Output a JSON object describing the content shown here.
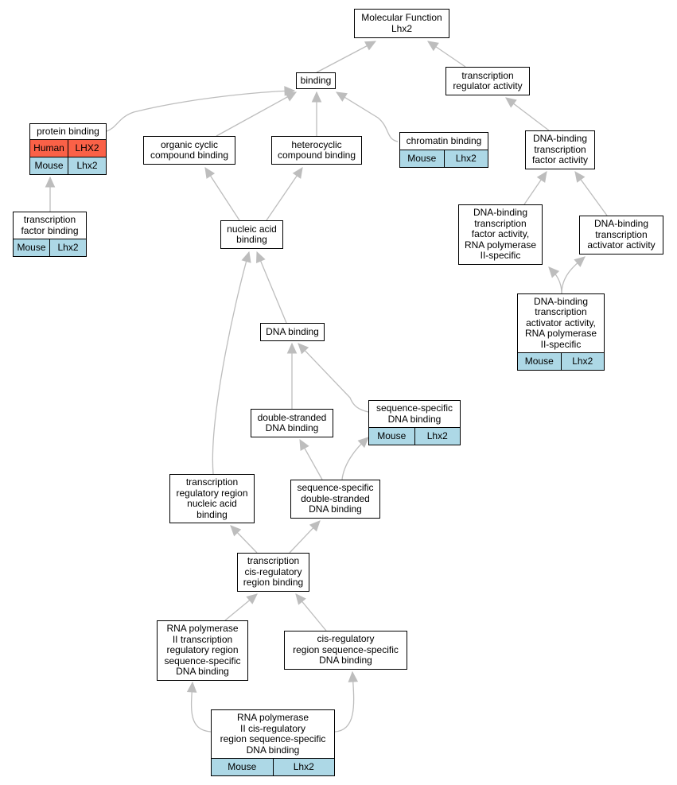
{
  "colors": {
    "mouse": "#add8e6",
    "human": "#fa6147",
    "edge": "#bdbdbd"
  },
  "nodes": {
    "molecular_function": {
      "lines": [
        "Molecular Function",
        "Lhx2"
      ]
    },
    "binding": {
      "lines": [
        "binding"
      ]
    },
    "transcription_regulator_activity": {
      "lines": [
        "transcription",
        "regulator activity"
      ]
    },
    "protein_binding": {
      "lines": [
        "protein binding"
      ],
      "rows": [
        {
          "species": "Human",
          "gene": "LHX2"
        },
        {
          "species": "Mouse",
          "gene": "Lhx2"
        }
      ]
    },
    "organic_cyclic": {
      "lines": [
        "organic cyclic",
        "compound binding"
      ]
    },
    "heterocyclic": {
      "lines": [
        "heterocyclic",
        "compound binding"
      ]
    },
    "chromatin_binding": {
      "lines": [
        "chromatin binding"
      ],
      "rows": [
        {
          "species": "Mouse",
          "gene": "Lhx2"
        }
      ]
    },
    "dbtf_activity": {
      "lines": [
        "DNA-binding",
        "transcription",
        "factor activity"
      ]
    },
    "transcription_factor_binding": {
      "lines": [
        "transcription",
        "factor binding"
      ],
      "rows": [
        {
          "species": "Mouse",
          "gene": "Lhx2"
        }
      ]
    },
    "nucleic_acid_binding": {
      "lines": [
        "nucleic acid",
        "binding"
      ]
    },
    "dbtf_rnapol2": {
      "lines": [
        "DNA-binding",
        "transcription",
        "factor activity,",
        "RNA polymerase",
        "II-specific"
      ]
    },
    "dbt_activator": {
      "lines": [
        "DNA-binding",
        "transcription",
        "activator activity"
      ]
    },
    "dbt_activator_rnapol2": {
      "lines": [
        "DNA-binding",
        "transcription",
        "activator activity,",
        "RNA polymerase",
        "II-specific"
      ],
      "rows": [
        {
          "species": "Mouse",
          "gene": "Lhx2"
        }
      ]
    },
    "dna_binding": {
      "lines": [
        "DNA binding"
      ]
    },
    "double_stranded": {
      "lines": [
        "double-stranded",
        "DNA binding"
      ]
    },
    "sequence_specific": {
      "lines": [
        "sequence-specific",
        "DNA binding"
      ],
      "rows": [
        {
          "species": "Mouse",
          "gene": "Lhx2"
        }
      ]
    },
    "tr_region_nab": {
      "lines": [
        "transcription",
        "regulatory region",
        "nucleic acid",
        "binding"
      ]
    },
    "ss_ds_dna_binding": {
      "lines": [
        "sequence-specific",
        "double-stranded",
        "DNA binding"
      ]
    },
    "tcr_region_binding": {
      "lines": [
        "transcription",
        "cis-regulatory",
        "region binding"
      ]
    },
    "rnapol2_tr_region_ss": {
      "lines": [
        "RNA polymerase",
        "II transcription",
        "regulatory region",
        "sequence-specific",
        "DNA binding"
      ]
    },
    "cr_region_ss": {
      "lines": [
        "cis-regulatory",
        "region sequence-specific",
        "DNA binding"
      ]
    },
    "rnapol2_cr_region_ss": {
      "lines": [
        "RNA polymerase",
        "II cis-regulatory",
        "region sequence-specific",
        "DNA binding"
      ],
      "rows": [
        {
          "species": "Mouse",
          "gene": "Lhx2"
        }
      ]
    }
  }
}
